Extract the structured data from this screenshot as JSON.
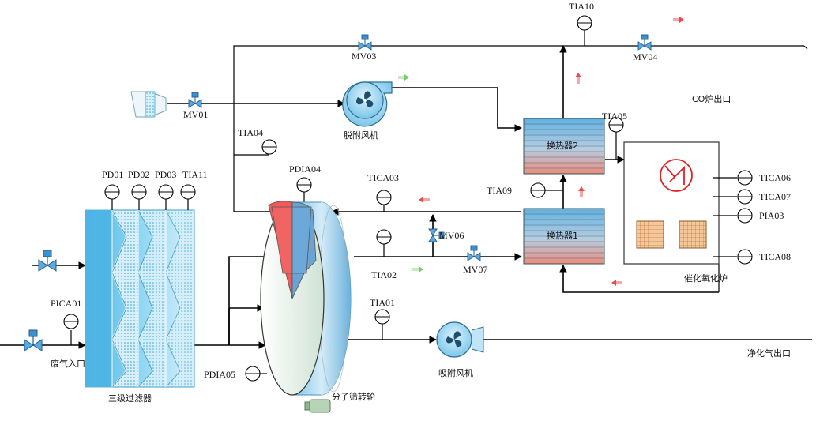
{
  "colors": {
    "pipe": "#000000",
    "flow_hot": "#e94b4b",
    "flow_clean": "#7cc576",
    "filter_blue": "#5bc0ea",
    "hx_top": "#6fb7e3",
    "hx_bottom": "#e88f80",
    "valve": "#3b8fd1",
    "heater_coil": "#e02020",
    "catalyst": "#e9a36b"
  },
  "labels": {
    "waste_gas_inlet": "废气入口",
    "three_stage_filter": "三级过滤器",
    "molecular_sieve_wheel": "分子筛转轮",
    "adsorption_fan": "吸附风机",
    "clean_gas_outlet": "净化气出口",
    "desorption_fan": "脱附风机",
    "heat_exchanger_1": "换热器1",
    "heat_exchanger_2": "换热器2",
    "catalytic_oxidizer": "催化氧化炉",
    "co_furnace_outlet": "CO炉出口"
  },
  "instruments": {
    "pica01": "PICA01",
    "pd01": "PD01",
    "pd02": "PD02",
    "pd03": "PD03",
    "tia11": "TIA11",
    "pdia04": "PDIA04",
    "pdia05": "PDIA05",
    "tia01": "TIA01",
    "tia02": "TIA02",
    "tia04": "TIA04",
    "tia05": "TIA05",
    "tia09": "TIA09",
    "tia10": "TIA10",
    "tica03": "TICA03",
    "tica06": "TICA06",
    "tica07": "TICA07",
    "pia03": "PIA03",
    "tica08": "TICA08"
  },
  "valves": {
    "mv01": "MV01",
    "mv03": "MV03",
    "mv04": "MV04",
    "mv06": "MV06",
    "mv07": "MV07"
  }
}
